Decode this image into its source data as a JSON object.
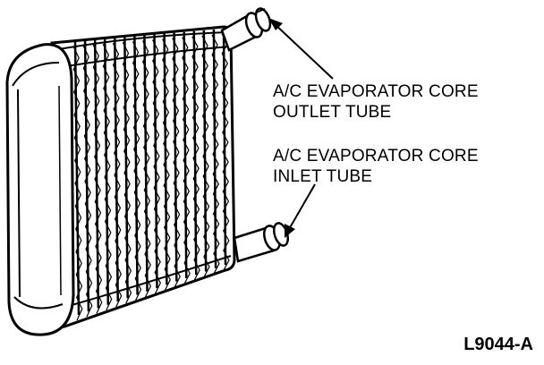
{
  "diagram": {
    "callouts": [
      {
        "line1": "A/C EVAPORATOR CORE",
        "line2": "OUTLET TUBE"
      },
      {
        "line1": "A/C EVAPORATOR CORE",
        "line2": "INLET TUBE"
      }
    ],
    "figure_id": "L9044-A"
  }
}
